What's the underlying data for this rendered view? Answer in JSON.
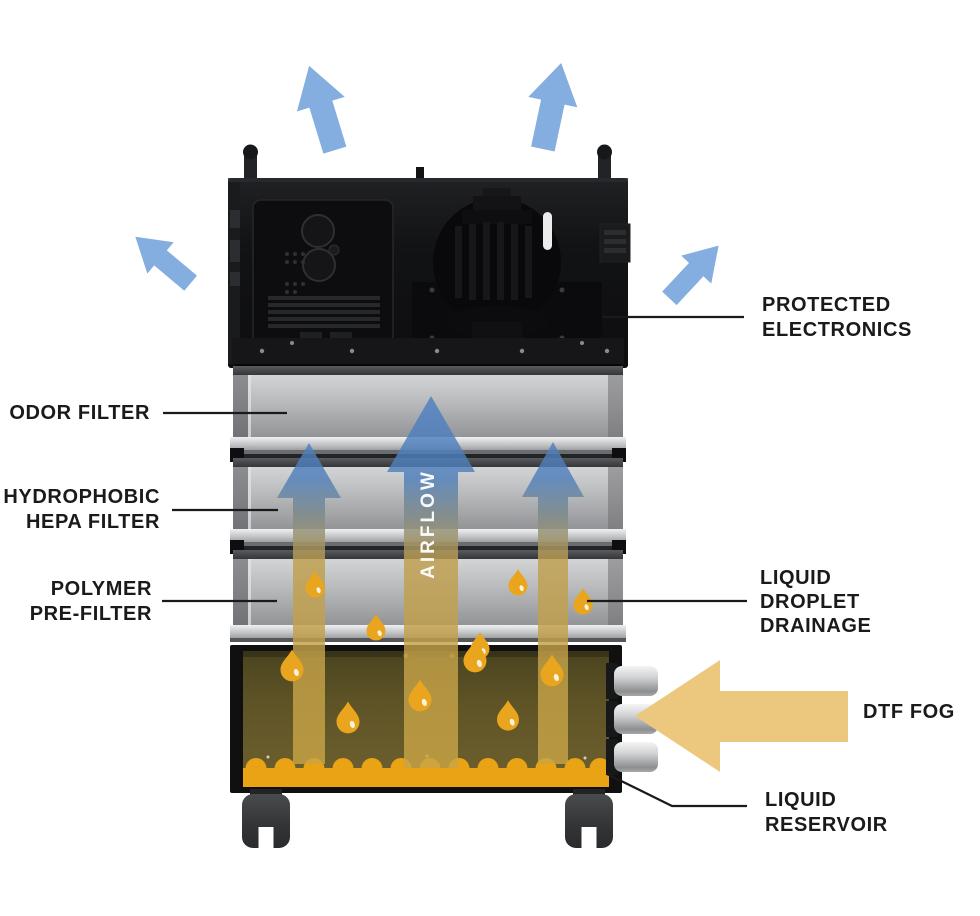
{
  "labels": {
    "protected_electronics": {
      "lines": [
        "PROTECTED",
        "ELECTRONICS"
      ]
    },
    "odor_filter": {
      "lines": [
        "ODOR FILTER"
      ]
    },
    "hydrophobic_hepa_filter": {
      "lines": [
        "HYDROPHOBIC",
        "HEPA FILTER"
      ]
    },
    "polymer_pre_filter": {
      "lines": [
        "POLYMER",
        "PRE-FILTER"
      ]
    },
    "liquid_droplet_drainage": {
      "lines": [
        "LIQUID",
        "DROPLET",
        "DRAINAGE"
      ]
    },
    "dtf_fog": {
      "lines": [
        "DTF FOG"
      ]
    },
    "liquid_reservoir": {
      "lines": [
        "LIQUID",
        "RESERVOIR"
      ]
    },
    "airflow_arrow_text": "AIRFLOW"
  },
  "colors": {
    "exhaust_arrow_blue": "#84ADE0",
    "airflow_gradient_top_blue": "#4C7FC2",
    "airflow_gradient_bottom_gold": "#C9A443",
    "droplet_orange": "#E8A51D",
    "fog_arrow_tan": "#ECC87F",
    "reservoir_liquid_gold": "#EAA315",
    "reservoir_chamber_olive": "#645827",
    "machine_body_black": "#111214",
    "filter_tray_silver": "#B8B9BB",
    "airflow_text_white": "#FFFFFF",
    "label_text": "#1A1A1A",
    "leader_line": "#1A1A1A"
  },
  "icons": {
    "exhaust_arrow": "block-arrow-up",
    "airflow_arrow": "block-arrow-up",
    "fog_arrow": "block-arrow-left",
    "droplet": "teardrop-droplet"
  }
}
